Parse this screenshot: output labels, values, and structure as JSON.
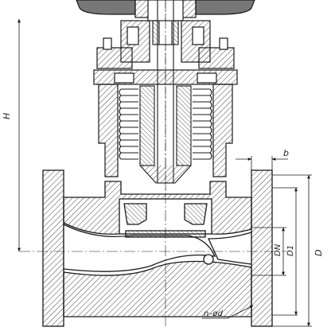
{
  "dimension_labels": {
    "height": "H",
    "flange_thickness": "b",
    "nominal_diameter": "DN",
    "raised_face_diameter": "D1",
    "flange_outer_diameter": "D",
    "bolt_holes": "n–ød"
  },
  "colors": {
    "line": "#1a1a1a",
    "hatch": "#333333",
    "paper": "#ffffff"
  }
}
